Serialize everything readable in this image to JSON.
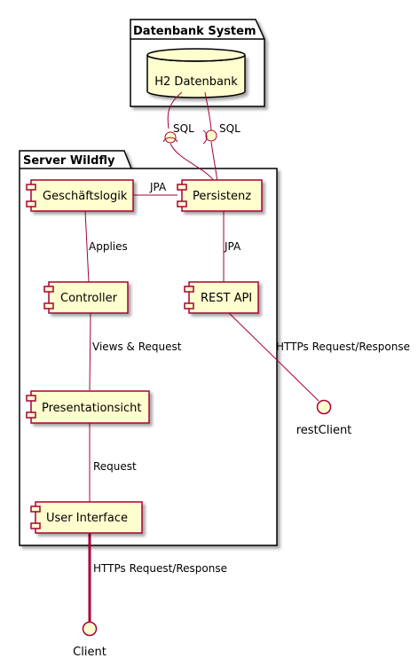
{
  "packages": {
    "db_system": {
      "title": "Datenbank System"
    },
    "server": {
      "title": "Server Wildfly"
    }
  },
  "components": {
    "h2": {
      "label": "H2 Datenbank"
    },
    "geschaeftslogik": {
      "label": "Geschäftslogik"
    },
    "persistenz": {
      "label": "Persistenz"
    },
    "controller": {
      "label": "Controller"
    },
    "rest_api": {
      "label": "REST API"
    },
    "presentationsicht": {
      "label": "Presentationsicht"
    },
    "user_interface": {
      "label": "User Interface"
    }
  },
  "interfaces": {
    "rest_client": {
      "label": "restClient"
    },
    "client": {
      "label": "Client"
    }
  },
  "edges": {
    "sql_1": "SQL",
    "sql_2": "SQL",
    "geschaeft_persistenz": "JPA",
    "persistenz_rest": "JPA",
    "geschaeft_controller": "Applies",
    "controller_presentation": "Views & Request",
    "presentation_ui": "Request",
    "rest_restclient": "HTTPs Request/Response",
    "ui_client": "HTTPs Request/Response"
  },
  "colors": {
    "component_fill": "#FEFECE",
    "component_stroke": "#A80036",
    "edge": "#A80036",
    "package_stroke": "#000000"
  }
}
